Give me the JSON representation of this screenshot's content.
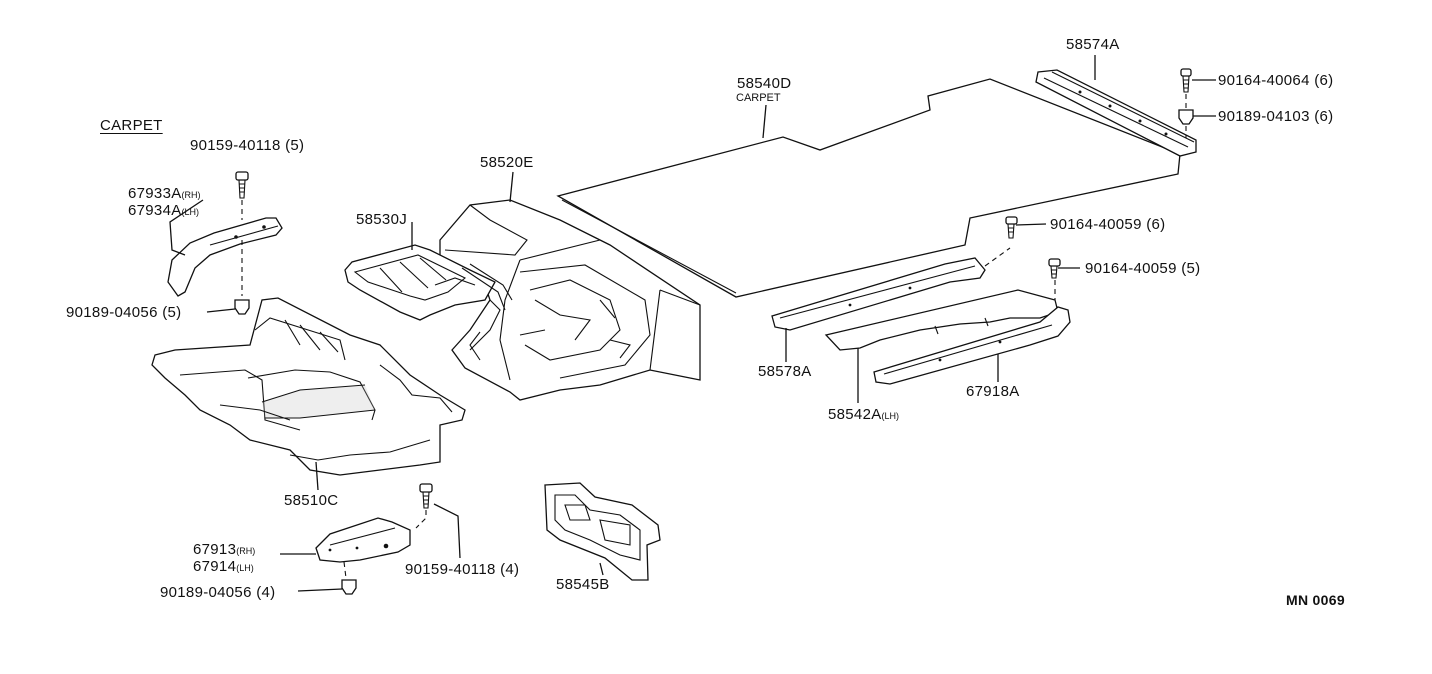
{
  "section_title": "CARPET",
  "diagram_code": "MN 0069",
  "parts": {
    "p58574A": {
      "code": "58574A"
    },
    "p90164_40064": {
      "code": "90164-40064",
      "qty": "(6)"
    },
    "p90189_04103": {
      "code": "90189-04103",
      "qty": "(6)"
    },
    "p58540D": {
      "code": "58540D",
      "sub": "CARPET"
    },
    "p90159_40118_top": {
      "code": "90159-40118",
      "qty": "(5)"
    },
    "p67933A": {
      "code": "67933A",
      "side": "(RH)"
    },
    "p67934A": {
      "code": "67934A",
      "side": "(LH)"
    },
    "p58520E": {
      "code": "58520E"
    },
    "p58530J": {
      "code": "58530J"
    },
    "p90164_40059_a": {
      "code": "90164-40059",
      "qty": "(6)"
    },
    "p90164_40059_b": {
      "code": "90164-40059",
      "qty": "(5)"
    },
    "p90189_04056_top": {
      "code": "90189-04056",
      "qty": "(5)"
    },
    "p58578A": {
      "code": "58578A"
    },
    "p67918A": {
      "code": "67918A"
    },
    "p58542A": {
      "code": "58542A",
      "side": "(LH)"
    },
    "p58510C": {
      "code": "58510C"
    },
    "p67913": {
      "code": "67913",
      "side": "(RH)"
    },
    "p67914": {
      "code": "67914",
      "side": "(LH)"
    },
    "p90159_40118_bot": {
      "code": "90159-40118",
      "qty": "(4)"
    },
    "p58545B": {
      "code": "58545B"
    },
    "p90189_04056_bot": {
      "code": "90189-04056",
      "qty": "(4)"
    }
  }
}
